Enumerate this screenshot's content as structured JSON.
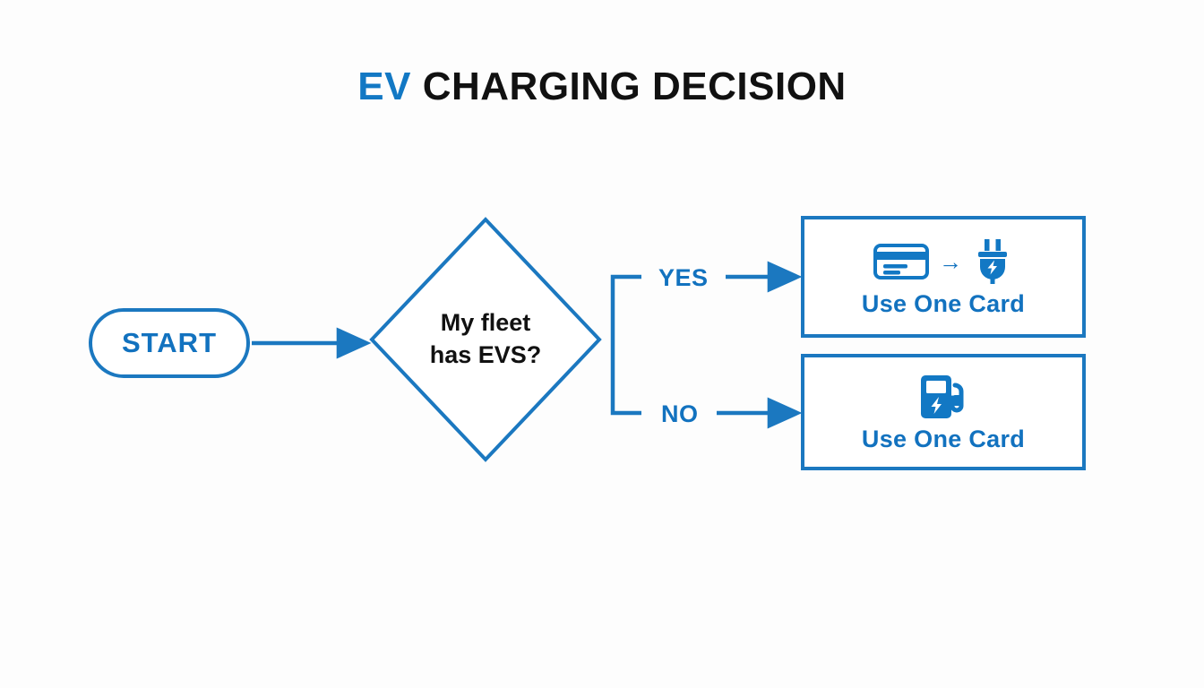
{
  "title": {
    "accent_text": "EV",
    "rest_text": " CHARGING DECISION"
  },
  "colors": {
    "accent_blue": "#1272BF",
    "stroke_blue": "#1B78C0",
    "icon_blue": "#1278C4",
    "text_black": "#111111",
    "background": "#fdfdfd"
  },
  "nodes": {
    "start": {
      "label": "START",
      "shape": "stadium"
    },
    "decision": {
      "line1": "My fleet",
      "line2": "has EVS?",
      "shape": "diamond"
    },
    "result_ev": {
      "label": "Use One Card",
      "icons": [
        "credit-card-icon",
        "right-arrow-icon",
        "ev-plug-icon"
      ],
      "arrow_glyph": "→"
    },
    "result_gas": {
      "label": "Use One Card",
      "icons": [
        "fuel-pump-icon"
      ]
    }
  },
  "branches": {
    "yes": "YES",
    "no": "NO"
  }
}
